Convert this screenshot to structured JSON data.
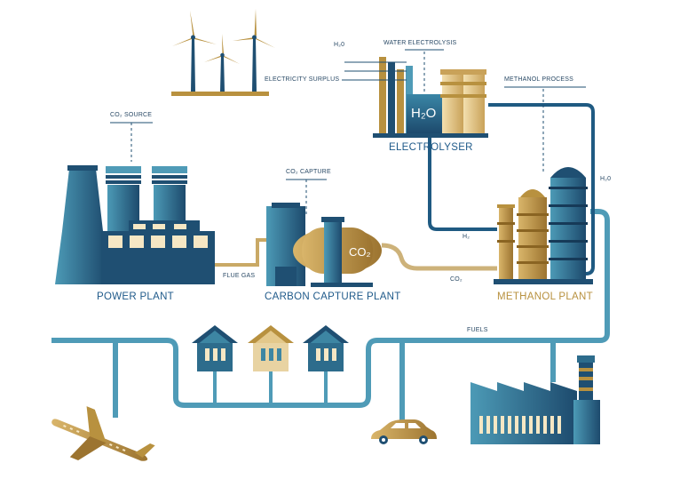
{
  "labels": {
    "h2o_in": "H₂0",
    "water_electrolysis": "WATER ELECTROLYSIS",
    "electricity_surplus": "ELECTRICITY SURPLUS",
    "methanol_process": "METHANOL PROCESS",
    "co2_source": "CO₂ SOURCE",
    "electrolyser": "ELECTROLYSER",
    "h2o_tank": "H₂O",
    "h2o_out": "H₂0",
    "co2_capture": "CO₂ CAPTURE",
    "h2": "H₂",
    "power_plant": "POWER PLANT",
    "flue_gas": "FLUE GAS",
    "carbon_capture_plant": "CARBON CAPTURE PLANT",
    "co2_tank": "CO₂",
    "co2_pipe": "CO₂",
    "methanol_plant": "METHANOL PLANT",
    "fuels": "FUELS"
  },
  "colors": {
    "navy": "#1f4f72",
    "teal": "#3d86a3",
    "pipe_blue": "#4f9bb7",
    "gold": "#b8913f",
    "cream": "#f6e7c4",
    "text_blue": "#1f5a8a"
  }
}
